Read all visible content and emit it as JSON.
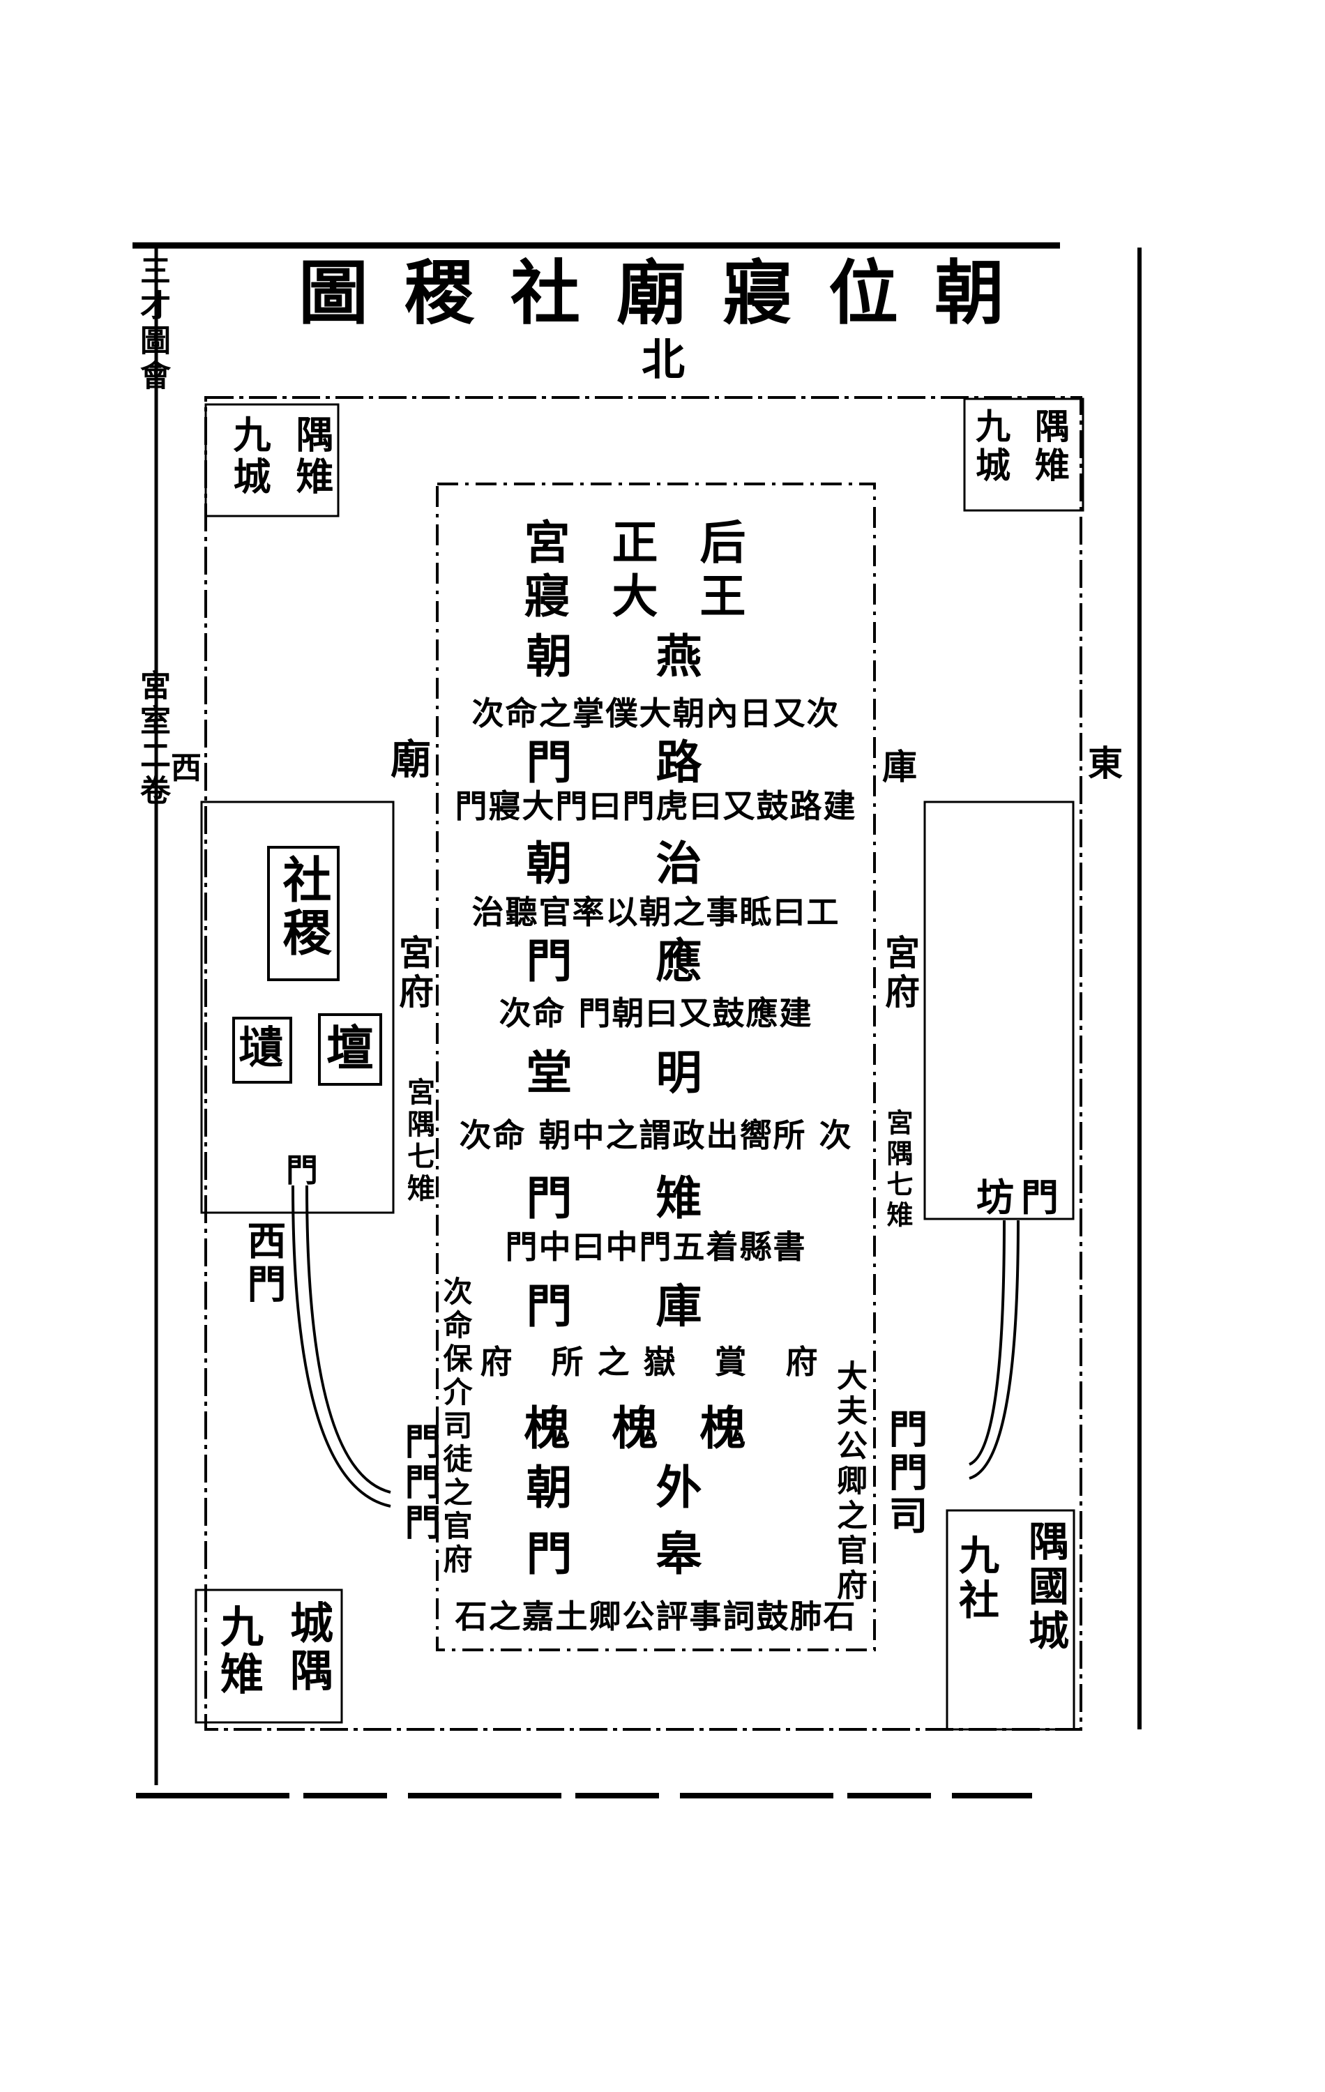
{
  "title": "圖稷社廟寢位朝",
  "directions": {
    "north": "北",
    "west": "西",
    "east": "東"
  },
  "margin_column": {
    "top": "三才圖會",
    "bottom": "宮室二卷"
  },
  "corners": {
    "top_left": [
      "隅雉",
      "九城"
    ],
    "top_right": [
      "隅雉",
      "九城"
    ],
    "bottom_left": [
      "城隅",
      "九雉"
    ],
    "bottom_right": [
      "隅國城",
      "九社"
    ]
  },
  "altar": {
    "label": "社稷",
    "tan": "壇",
    "wei": "壝"
  },
  "side_labels": {
    "temple": "廟",
    "storehouse": "庫",
    "left_office": "宮府",
    "right_office": "宮府",
    "left_corner": "宮隅七雉",
    "right_corner": "宮隅七雉",
    "left_gate": "門",
    "west_gate": "西門",
    "left_gates": "門門門",
    "right_gates": "門門司",
    "right_gate_fang": "坊門",
    "left_column": "次命保介司徒之官府",
    "right_column": "大夫公卿之官府"
  },
  "rows": [
    {
      "text": "宮正后",
      "size": "big"
    },
    {
      "text": "寢大王",
      "size": "big"
    },
    {
      "text": "朝燕",
      "size": "big"
    },
    {
      "text": "次命之掌僕大朝內日又次",
      "size": "small"
    },
    {
      "text": "門路",
      "size": "big"
    },
    {
      "text": "門寢大門曰門虎曰又鼓路建",
      "size": "small"
    },
    {
      "text": "朝治",
      "size": "big"
    },
    {
      "text": "治聽官率以朝之事眡曰工",
      "size": "small"
    },
    {
      "text": "門應",
      "size": "big"
    },
    {
      "text": "次命 門朝曰又鼓應建",
      "size": "small"
    },
    {
      "text": "堂明",
      "size": "big"
    },
    {
      "text": "次命 朝中之謂政出嚮所 次",
      "size": "small"
    },
    {
      "text": "門雉",
      "size": "big"
    },
    {
      "text": "門中曰中門五着縣書",
      "size": "small"
    },
    {
      "text": "門庫",
      "size": "big"
    },
    {
      "text": "府 所之嶽 賞 府",
      "size": "small"
    },
    {
      "text": "槐槐槐",
      "size": "big"
    },
    {
      "text": "朝外",
      "size": "big"
    },
    {
      "text": "門皋",
      "size": "big"
    },
    {
      "text": "石之嘉土卿公評事詞鼓肺石",
      "size": "small"
    }
  ]
}
